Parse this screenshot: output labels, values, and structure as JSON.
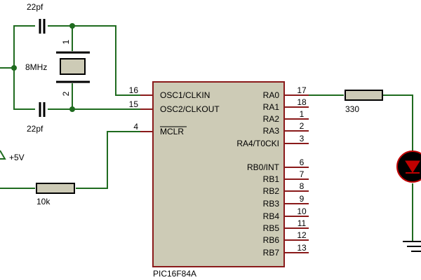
{
  "components": {
    "c1_value": "22pf",
    "c2_value": "22pf",
    "crystal_value": "8MHz",
    "crystal_pin1": "1",
    "crystal_pin2": "2",
    "supply_label": "+5V",
    "r_mclr_value": "10k",
    "r_led_value": "330",
    "mcu_name": "PIC16F84A"
  },
  "left_pins": [
    {
      "num": "16",
      "name": "OSC1/CLKIN"
    },
    {
      "num": "15",
      "name": "OSC2/CLKOUT"
    },
    {
      "num": "4",
      "name": "MCLR"
    }
  ],
  "right_pins": [
    {
      "num": "17",
      "name": "RA0"
    },
    {
      "num": "18",
      "name": "RA1"
    },
    {
      "num": "1",
      "name": "RA2"
    },
    {
      "num": "2",
      "name": "RA3"
    },
    {
      "num": "3",
      "name": "RA4/T0CKI"
    },
    {
      "num": "6",
      "name": "RB0/INT"
    },
    {
      "num": "7",
      "name": "RB1"
    },
    {
      "num": "8",
      "name": "RB2"
    },
    {
      "num": "9",
      "name": "RB3"
    },
    {
      "num": "10",
      "name": "RB4"
    },
    {
      "num": "11",
      "name": "RB5"
    },
    {
      "num": "12",
      "name": "RB6"
    },
    {
      "num": "13",
      "name": "RB7"
    }
  ],
  "colors": {
    "wire": "#1f6b1f",
    "pin": "#8a1a1a",
    "chip_fill": "#cdcbb6",
    "chip_border": "#8a1a1a",
    "part_fill": "#cdcbb6",
    "led_fill": "#000000",
    "led_glow": "#c00000"
  }
}
